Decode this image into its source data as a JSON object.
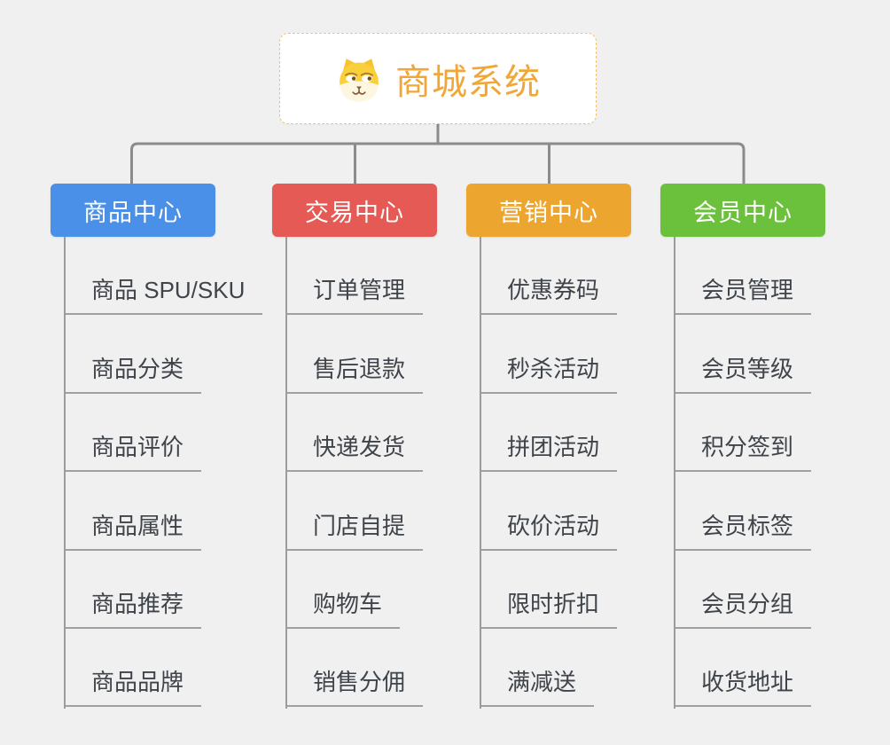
{
  "page": {
    "background_color": "#f0f0f0",
    "connector_color": "#8b8b8b",
    "sub_connector_color": "#9c9c9c"
  },
  "root": {
    "title": "商城系统",
    "icon": "shiba-dog-icon",
    "accent_color": "#f0a737",
    "border_color": "#f3c171"
  },
  "branches": [
    {
      "label": "商品中心",
      "color": "#4a90e8",
      "items": [
        "商品 SPU/SKU",
        "商品分类",
        "商品评价",
        "商品属性",
        "商品推荐",
        "商品品牌"
      ]
    },
    {
      "label": "交易中心",
      "color": "#e55a55",
      "items": [
        "订单管理",
        "售后退款",
        "快递发货",
        "门店自提",
        "购物车",
        "销售分佣"
      ]
    },
    {
      "label": "营销中心",
      "color": "#eca62f",
      "items": [
        "优惠券码",
        "秒杀活动",
        "拼团活动",
        "砍价活动",
        "限时折扣",
        "满减送"
      ]
    },
    {
      "label": "会员中心",
      "color": "#6cc13c",
      "items": [
        "会员管理",
        "会员等级",
        "积分签到",
        "会员标签",
        "会员分组",
        "收货地址"
      ]
    }
  ]
}
